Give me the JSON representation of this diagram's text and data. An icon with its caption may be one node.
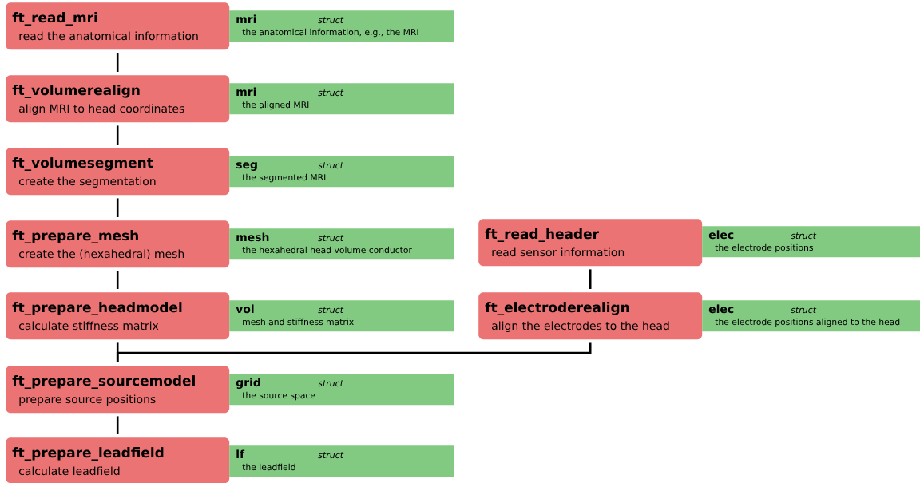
{
  "diagram": {
    "nodes": [
      {
        "text": [
          "ft_read_mri",
          "read the anatomical information"
        ]
      },
      {
        "text": [
          "mri",
          "struct",
          "the anatomical information, e.g., the MRI"
        ]
      },
      {
        "text": [
          "ft_volumerealign",
          "align MRI to head coordinates"
        ]
      },
      {
        "text": [
          "mri",
          "struct",
          "the aligned MRI"
        ]
      },
      {
        "text": [
          "ft_volumesegment",
          "create the segmentation"
        ]
      },
      {
        "text": [
          "seg",
          "struct",
          "the segmented MRI"
        ]
      },
      {
        "text": [
          "ft_prepare_mesh",
          "create the (hexahedral) mesh"
        ]
      },
      {
        "text": [
          "mesh",
          "struct",
          "the hexahedral head volume conductor"
        ]
      },
      {
        "text": [
          "ft_read_header",
          "read sensor information"
        ]
      },
      {
        "text": [
          "elec",
          "struct",
          "the electrode positions"
        ]
      },
      {
        "text": [
          "ft_prepare_headmodel",
          "calculate stiffness matrix"
        ]
      },
      {
        "text": [
          "vol",
          "struct",
          "mesh and stiffness matrix"
        ]
      },
      {
        "text": [
          "ft_electroderealign",
          "align the electrodes to the head"
        ]
      },
      {
        "text": [
          "elec",
          "struct",
          "the electrode positions aligned to the head"
        ]
      },
      {
        "text": [
          "ft_prepare_sourcemodel",
          "prepare source positions"
        ]
      },
      {
        "text": [
          "grid",
          "struct",
          "the source space"
        ]
      },
      {
        "text": [
          "ft_prepare_leadfield",
          "calculate leadfield"
        ]
      },
      {
        "text": [
          "lf",
          "struct",
          "the leadfield"
        ]
      }
    ],
    "edges": [
      {
        "from": 0,
        "to": 2,
        "arrow": "none"
      },
      {
        "from": 2,
        "to": 4,
        "arrow": "none"
      },
      {
        "from": 4,
        "to": 6,
        "arrow": "none"
      },
      {
        "from": 6,
        "to": 10,
        "arrow": "none"
      },
      {
        "from": 8,
        "to": 12,
        "arrow": "none"
      },
      {
        "from": 10,
        "to": 14,
        "arrow": "none"
      },
      {
        "from": 12,
        "to": 14,
        "arrow": "none"
      },
      {
        "from": 14,
        "to": 16,
        "arrow": "none"
      }
    ]
  }
}
